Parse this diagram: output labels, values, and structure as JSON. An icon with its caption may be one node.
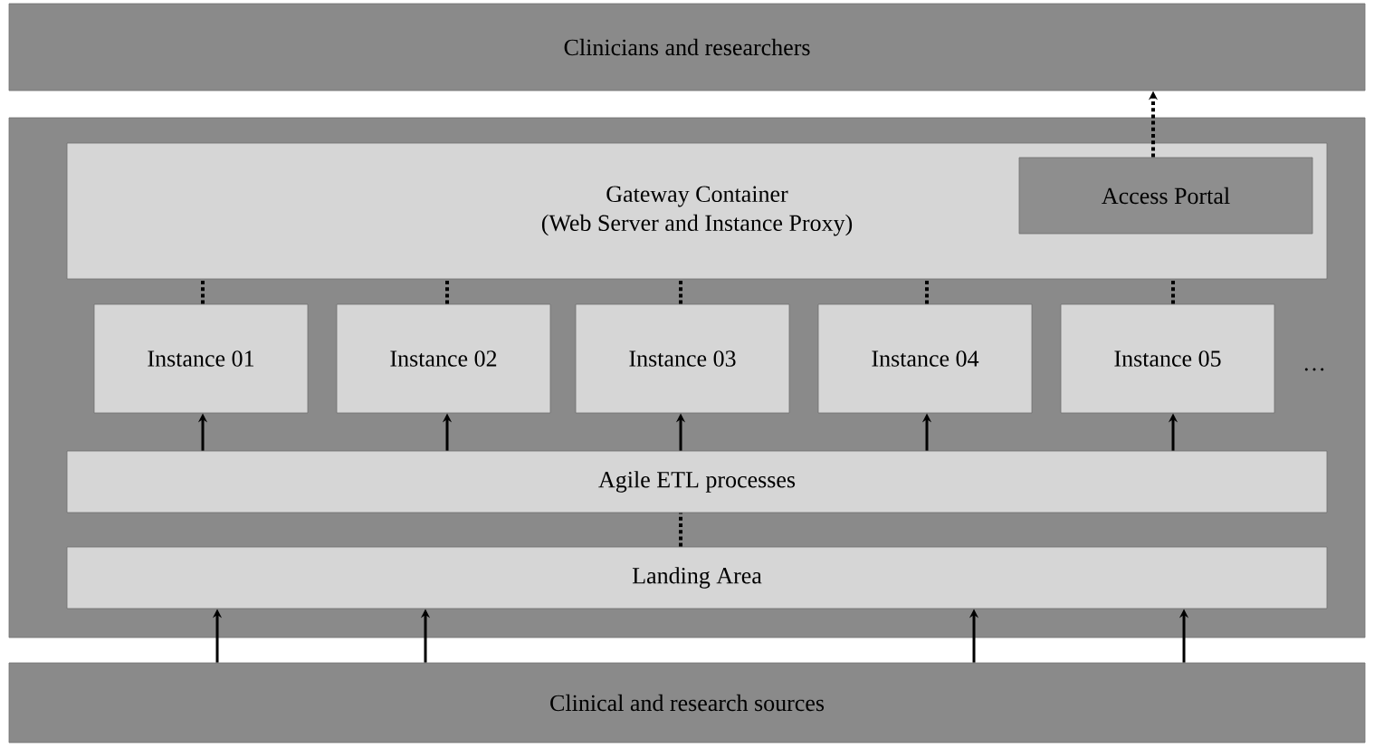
{
  "diagram": {
    "nodes": [
      {
        "text": [
          "Clinicians and researchers"
        ]
      },
      {
        "text": [],
        "shape": "box"
      },
      {
        "text": [
          "Gateway Container",
          "(Web Server and Instance Proxy)"
        ],
        "in": 1
      },
      {
        "text": [
          "Access Portal"
        ],
        "in": 2
      },
      {
        "text": [
          "Instance 01"
        ],
        "in": 1
      },
      {
        "text": [
          "Instance 02"
        ],
        "in": 1
      },
      {
        "text": [
          "Instance 03"
        ],
        "in": 1
      },
      {
        "text": [
          "Instance 04"
        ],
        "in": 1
      },
      {
        "text": [
          "Instance 05"
        ],
        "in": 1
      },
      {
        "text": [
          "Agile ETL processes"
        ],
        "in": 1
      },
      {
        "text": [
          "Landing Area"
        ],
        "in": 1
      },
      {
        "text": [
          "Clinical and research sources"
        ]
      }
    ],
    "edges": [
      {
        "from": 3,
        "to": 0,
        "arrow": "to",
        "style": "dashed"
      },
      {
        "from": 4,
        "to": 2,
        "arrow": "none",
        "style": "dashed"
      },
      {
        "from": 5,
        "to": 2,
        "arrow": "none",
        "style": "dashed"
      },
      {
        "from": 6,
        "to": 2,
        "arrow": "none",
        "style": "dashed"
      },
      {
        "from": 7,
        "to": 2,
        "arrow": "none",
        "style": "dashed"
      },
      {
        "from": 8,
        "to": 2,
        "arrow": "none",
        "style": "dashed"
      },
      {
        "from": 9,
        "to": 4,
        "arrow": "to"
      },
      {
        "from": 9,
        "to": 5,
        "arrow": "to"
      },
      {
        "from": 9,
        "to": 6,
        "arrow": "to"
      },
      {
        "from": 9,
        "to": 7,
        "arrow": "to"
      },
      {
        "from": 9,
        "to": 8,
        "arrow": "to"
      },
      {
        "from": 10,
        "to": 9,
        "arrow": "none",
        "style": "dashed"
      },
      {
        "from": 11,
        "to": 10,
        "arrow": "to"
      },
      {
        "from": 11,
        "to": 10,
        "arrow": "to"
      },
      {
        "from": 11,
        "to": 10,
        "arrow": "to"
      },
      {
        "from": 11,
        "to": 10,
        "arrow": "to"
      }
    ],
    "labels": [
      "…"
    ]
  }
}
